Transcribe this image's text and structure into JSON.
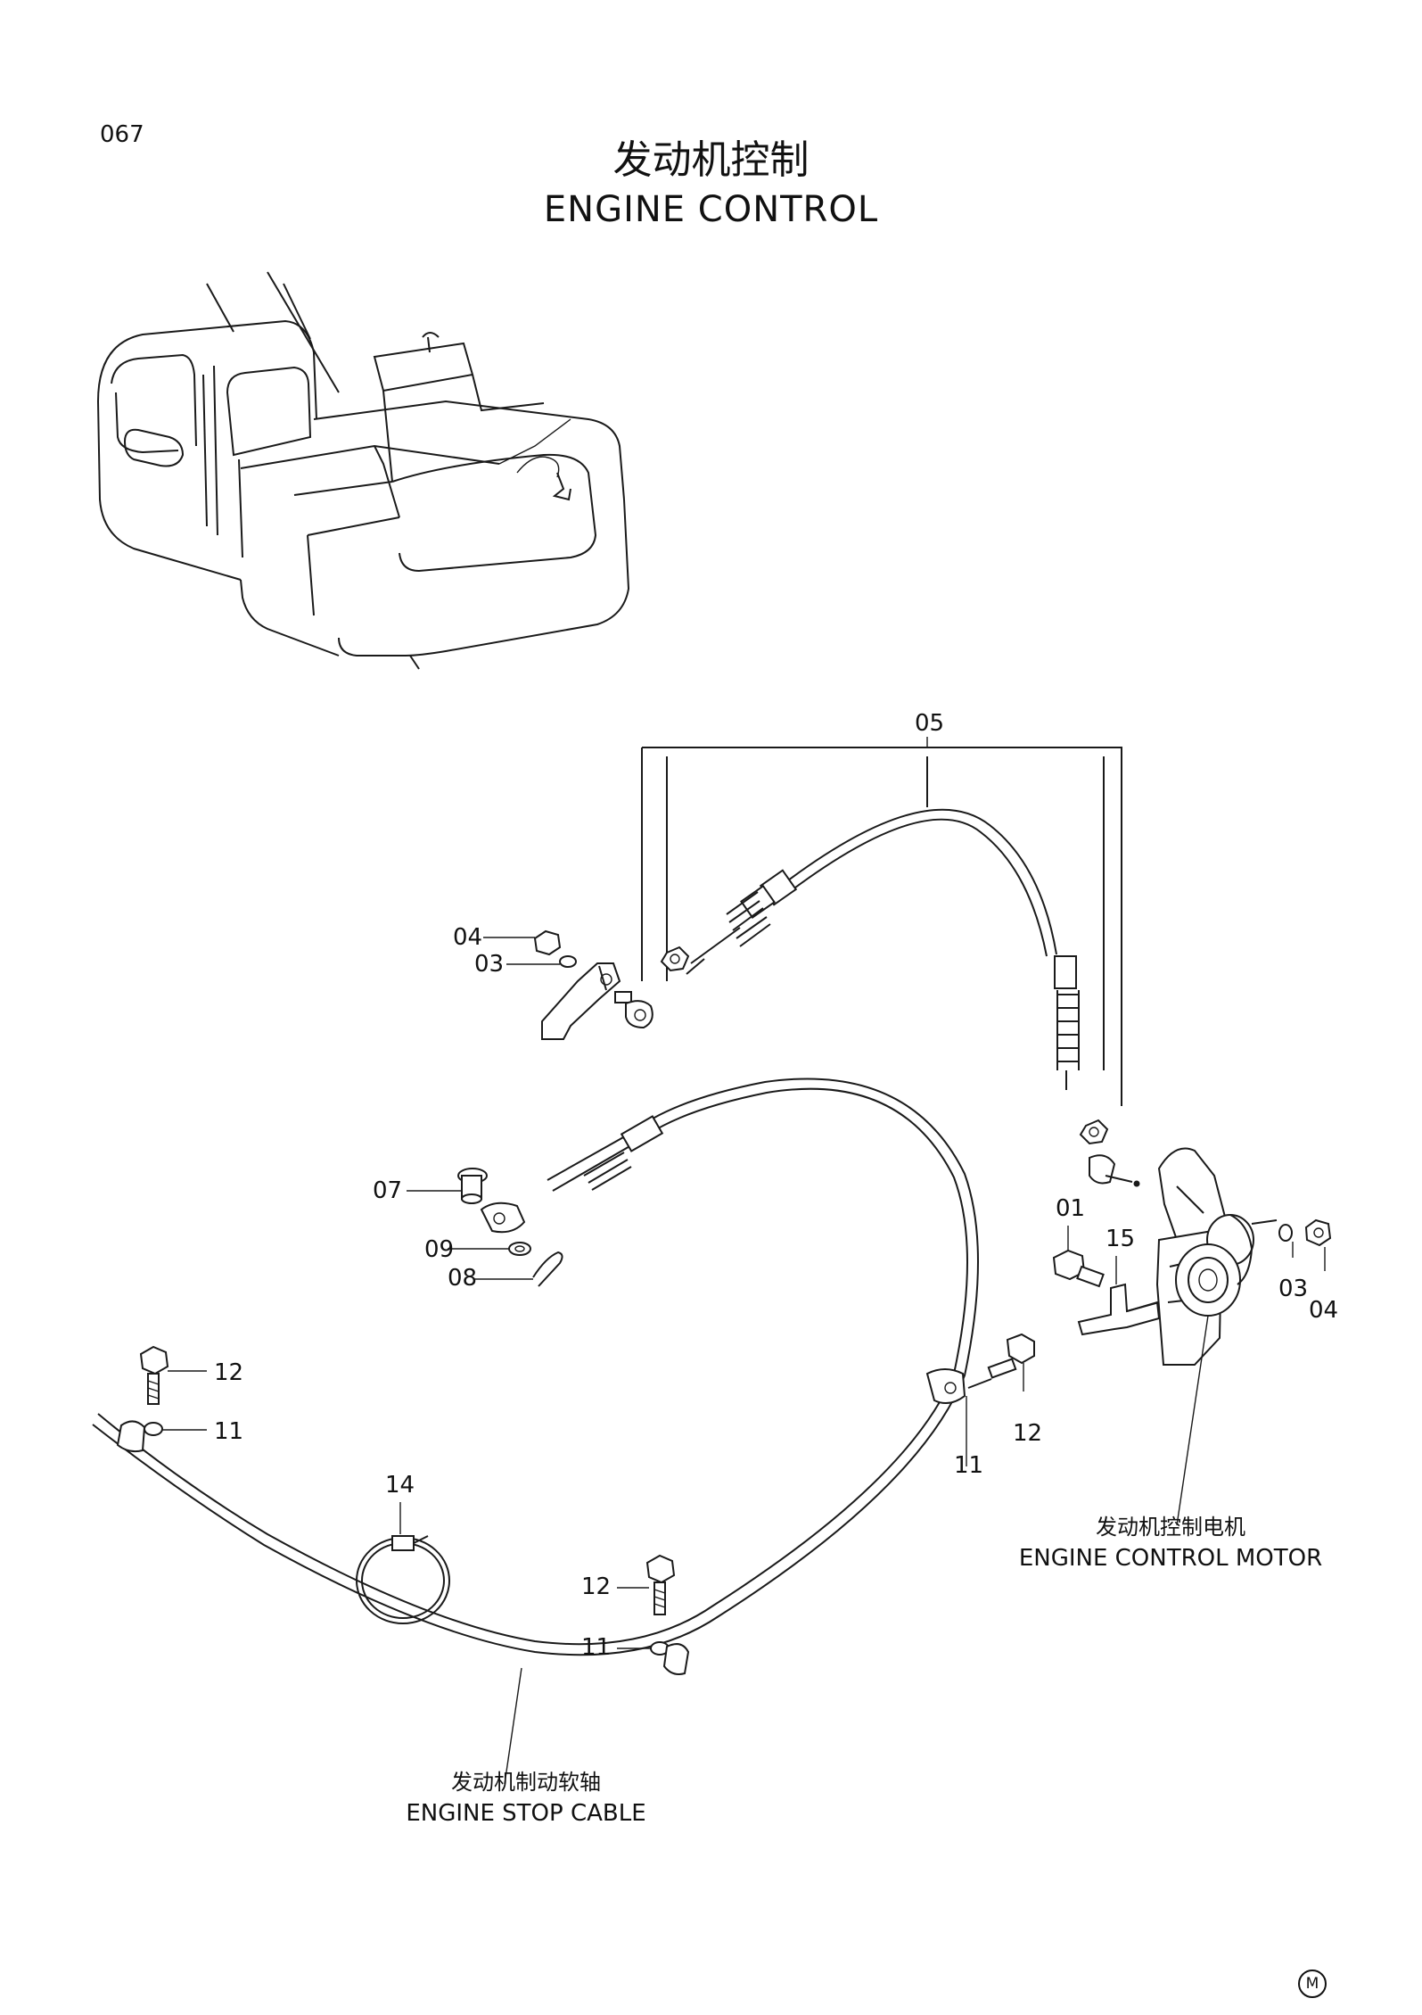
{
  "page": {
    "number": "067",
    "title_cn": "发动机控制",
    "title_en": "ENGINE CONTROL"
  },
  "callouts": {
    "c05": "05",
    "c04a": "04",
    "c03a": "03",
    "c07": "07",
    "c09": "09",
    "c08": "08",
    "c01": "01",
    "c15": "15",
    "c03b": "03",
    "c04b": "04",
    "c12a": "12",
    "c11a": "11",
    "c14": "14",
    "c12b": "12",
    "c11b": "11",
    "c12c": "12",
    "c11c": "11"
  },
  "captions": {
    "motor_cn": "发动机控制电机",
    "motor_en": "ENGINE CONTROL MOTOR",
    "cable_cn": "发动机制动软轴",
    "cable_en": "ENGINE STOP CABLE"
  },
  "footer": {
    "mark": "M"
  }
}
